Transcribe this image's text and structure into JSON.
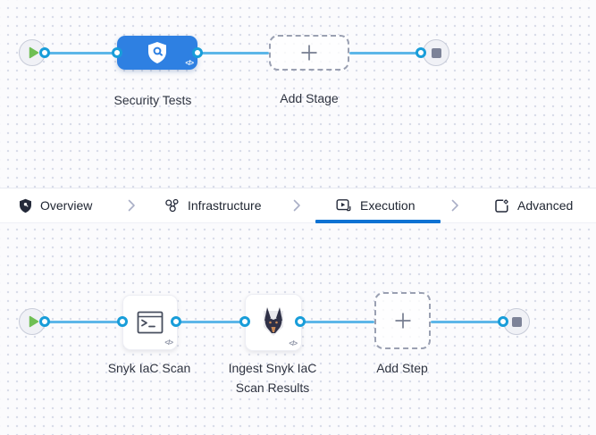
{
  "stage_graph": {
    "stage": {
      "name": "Security Tests",
      "icon": "security-shield-icon"
    },
    "add_stage": {
      "label": "Add Stage"
    }
  },
  "tabs": [
    {
      "label": "Overview",
      "icon": "shield-icon",
      "active": false
    },
    {
      "label": "Infrastructure",
      "icon": "infrastructure-icon",
      "active": false
    },
    {
      "label": "Execution",
      "icon": "execution-icon",
      "active": true
    },
    {
      "label": "Advanced",
      "icon": "advanced-icon",
      "active": false
    }
  ],
  "step_graph": {
    "steps": [
      {
        "name": "Snyk IaC Scan",
        "icon": "terminal-icon"
      },
      {
        "name": "Ingest Snyk IaC Scan Results",
        "icon": "snyk-dog-icon"
      }
    ],
    "add_step": {
      "label": "Add Step"
    }
  },
  "badges": {
    "code": "</>"
  },
  "colors": {
    "node_blue": "#2e80e2",
    "connector_line": "#5cb6e8",
    "connector_port": "#189dd9",
    "active_tab_underline": "#0d72d3",
    "play_green": "#6fbf54"
  }
}
